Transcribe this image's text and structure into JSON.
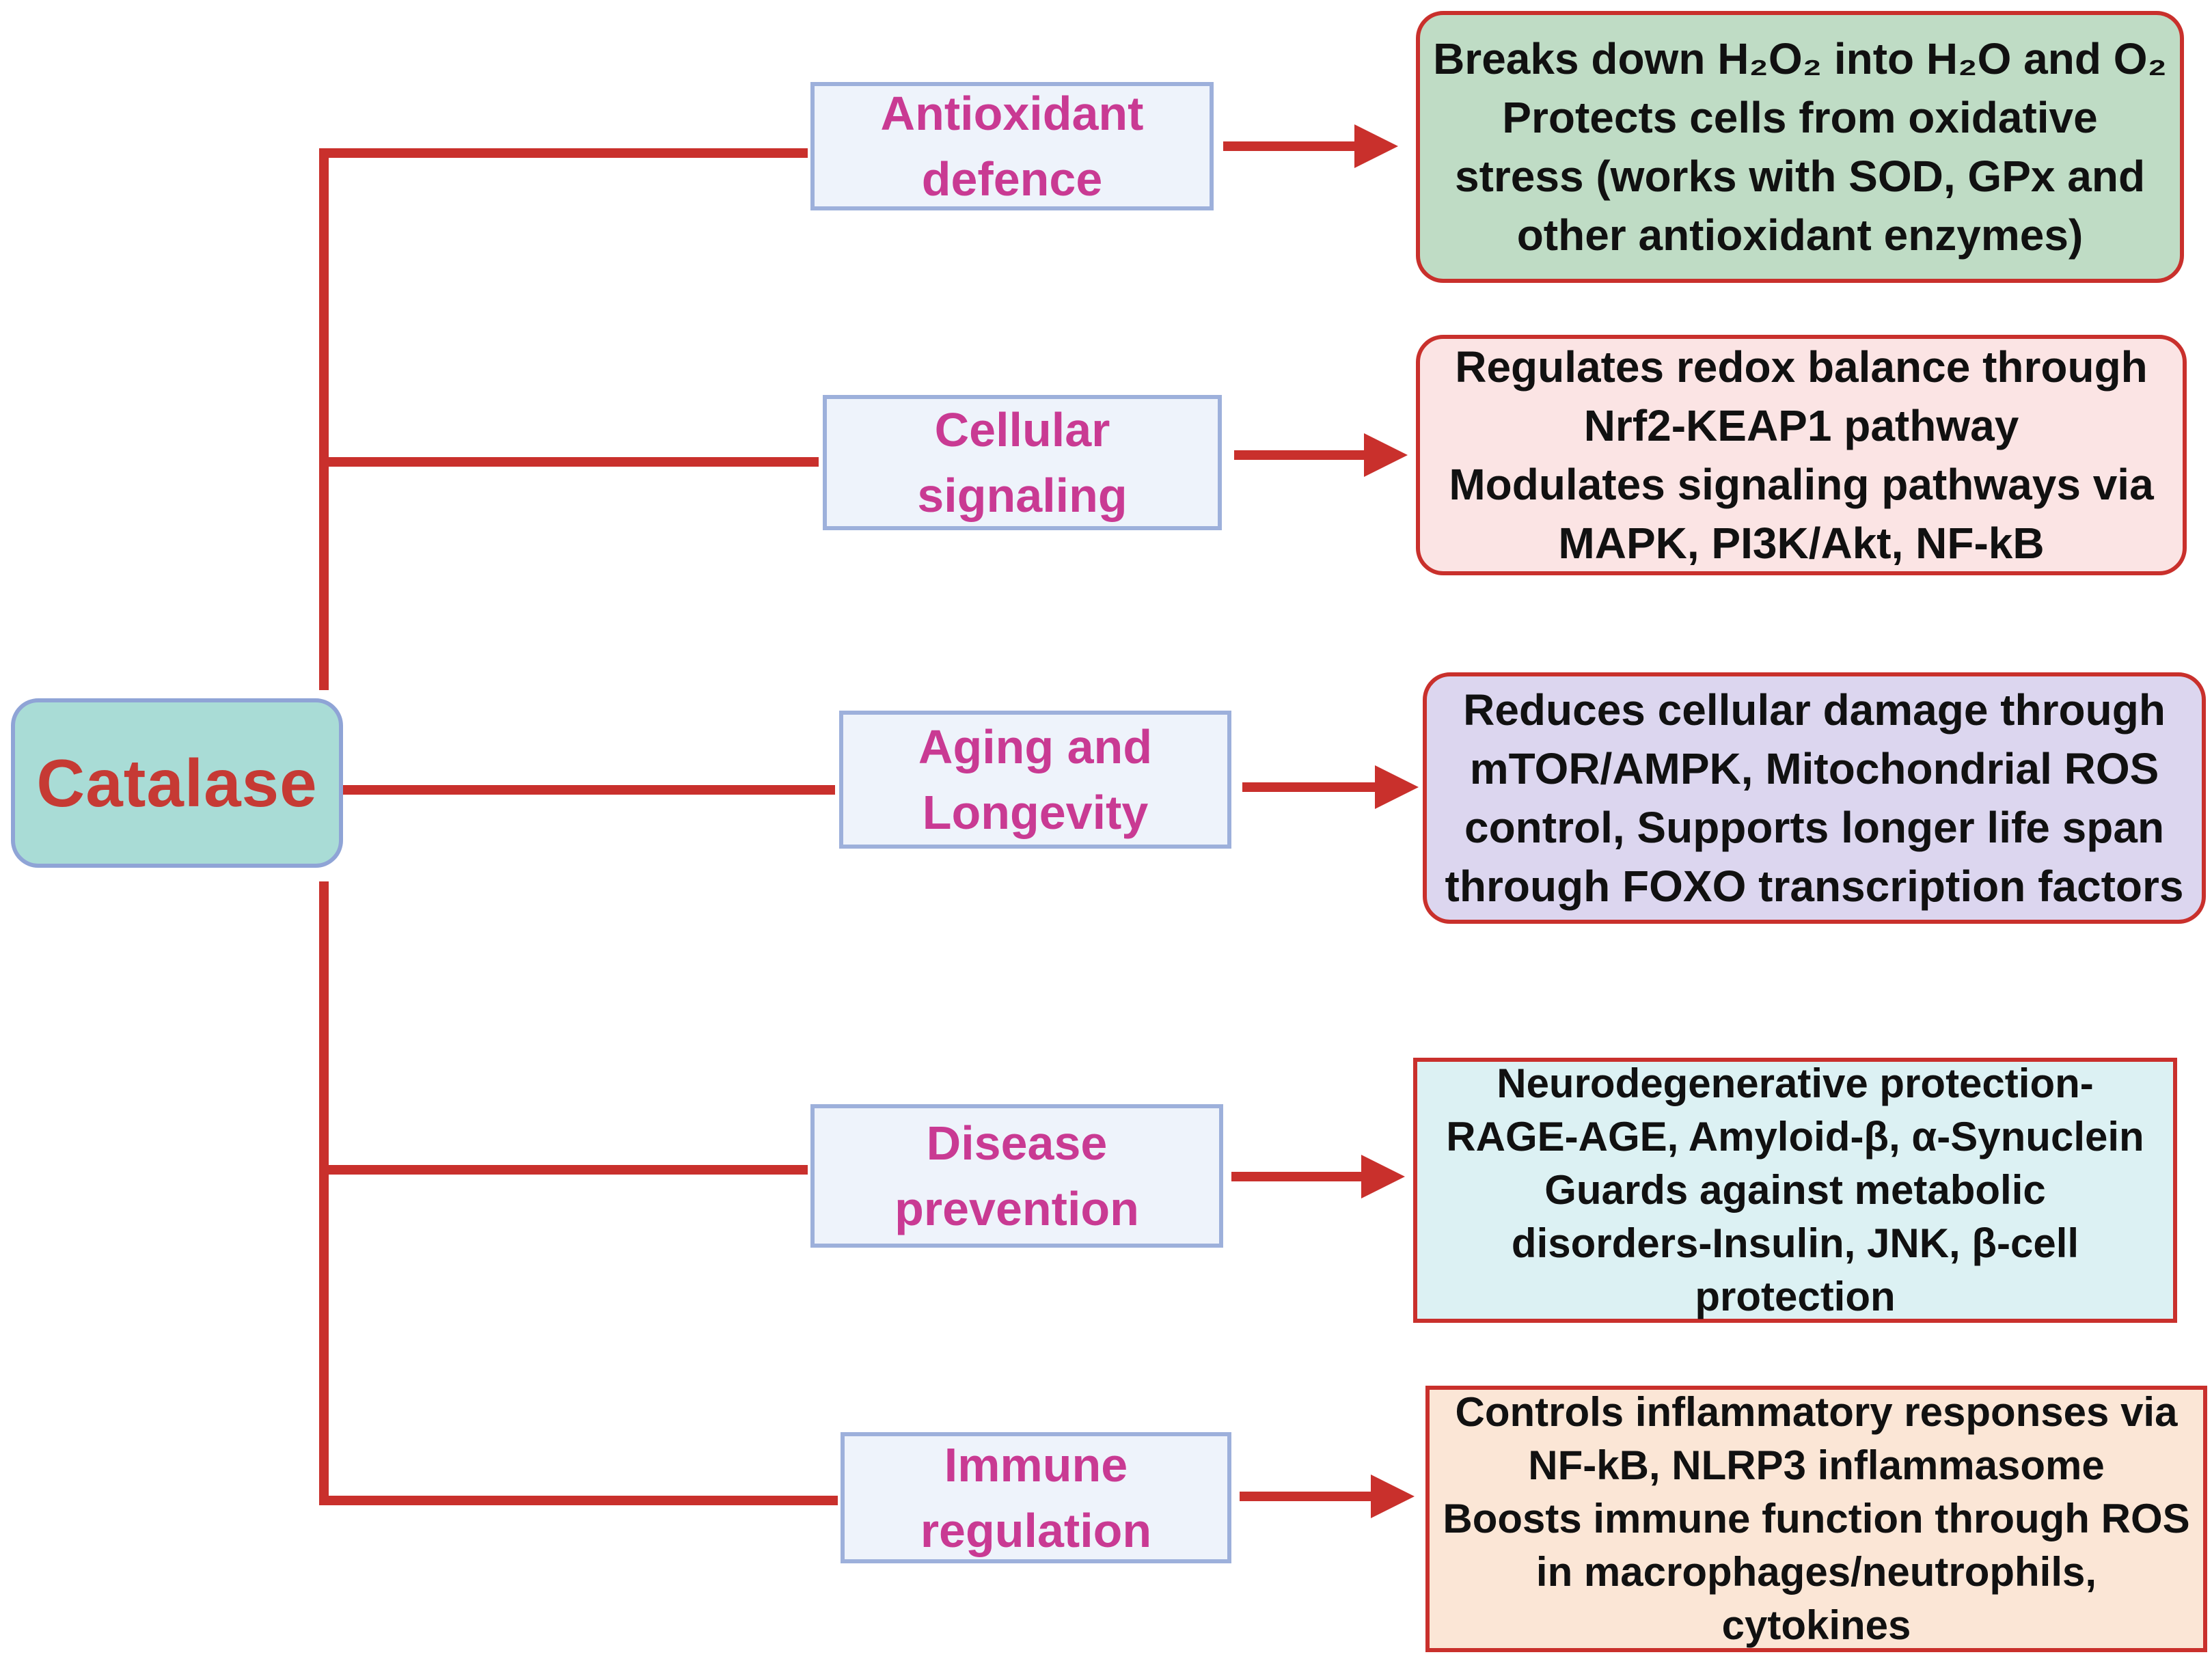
{
  "root": {
    "label": "Catalase"
  },
  "functions": [
    {
      "label": "Antioxidant\ndefence"
    },
    {
      "label": "Cellular\nsignaling"
    },
    {
      "label": "Aging and\nLongevity"
    },
    {
      "label": "Disease\nprevention"
    },
    {
      "label": "Immune\nregulation"
    }
  ],
  "descriptions": [
    {
      "text": "Breaks down H₂O₂ into H₂O and O₂\nProtects cells from oxidative\nstress (works with SOD, GPx and\nother antioxidant enzymes)"
    },
    {
      "text": "Regulates redox balance through\nNrf2-KEAP1 pathway\nModulates signaling pathways via\nMAPK, PI3K/Akt, NF-kB"
    },
    {
      "text": "Reduces cellular damage through\nmTOR/AMPK, Mitochondrial ROS\ncontrol, Supports longer life span\nthrough FOXO transcription factors"
    },
    {
      "text": "Neurodegenerative protection-\nRAGE-AGE, Amyloid-β, α-Synuclein\nGuards against metabolic\ndisorders-Insulin, JNK, β-cell\nprotection"
    },
    {
      "text": "Controls inflammatory responses via\nNF-kB, NLRP3 inflammasome\nBoosts immune function through ROS\nin macrophages/neutrophils,\ncytokines"
    }
  ],
  "colors": {
    "connector": "#c9302c",
    "root_fill": "#a9dcd6",
    "root_text": "#c63a34",
    "function_text": "#c93a93",
    "box_border": "#9db0db",
    "desc_fills": [
      "#bfdcc5",
      "#fbe4e4",
      "#dcd6ef",
      "#dcf1f3",
      "#fbe6d6"
    ]
  }
}
